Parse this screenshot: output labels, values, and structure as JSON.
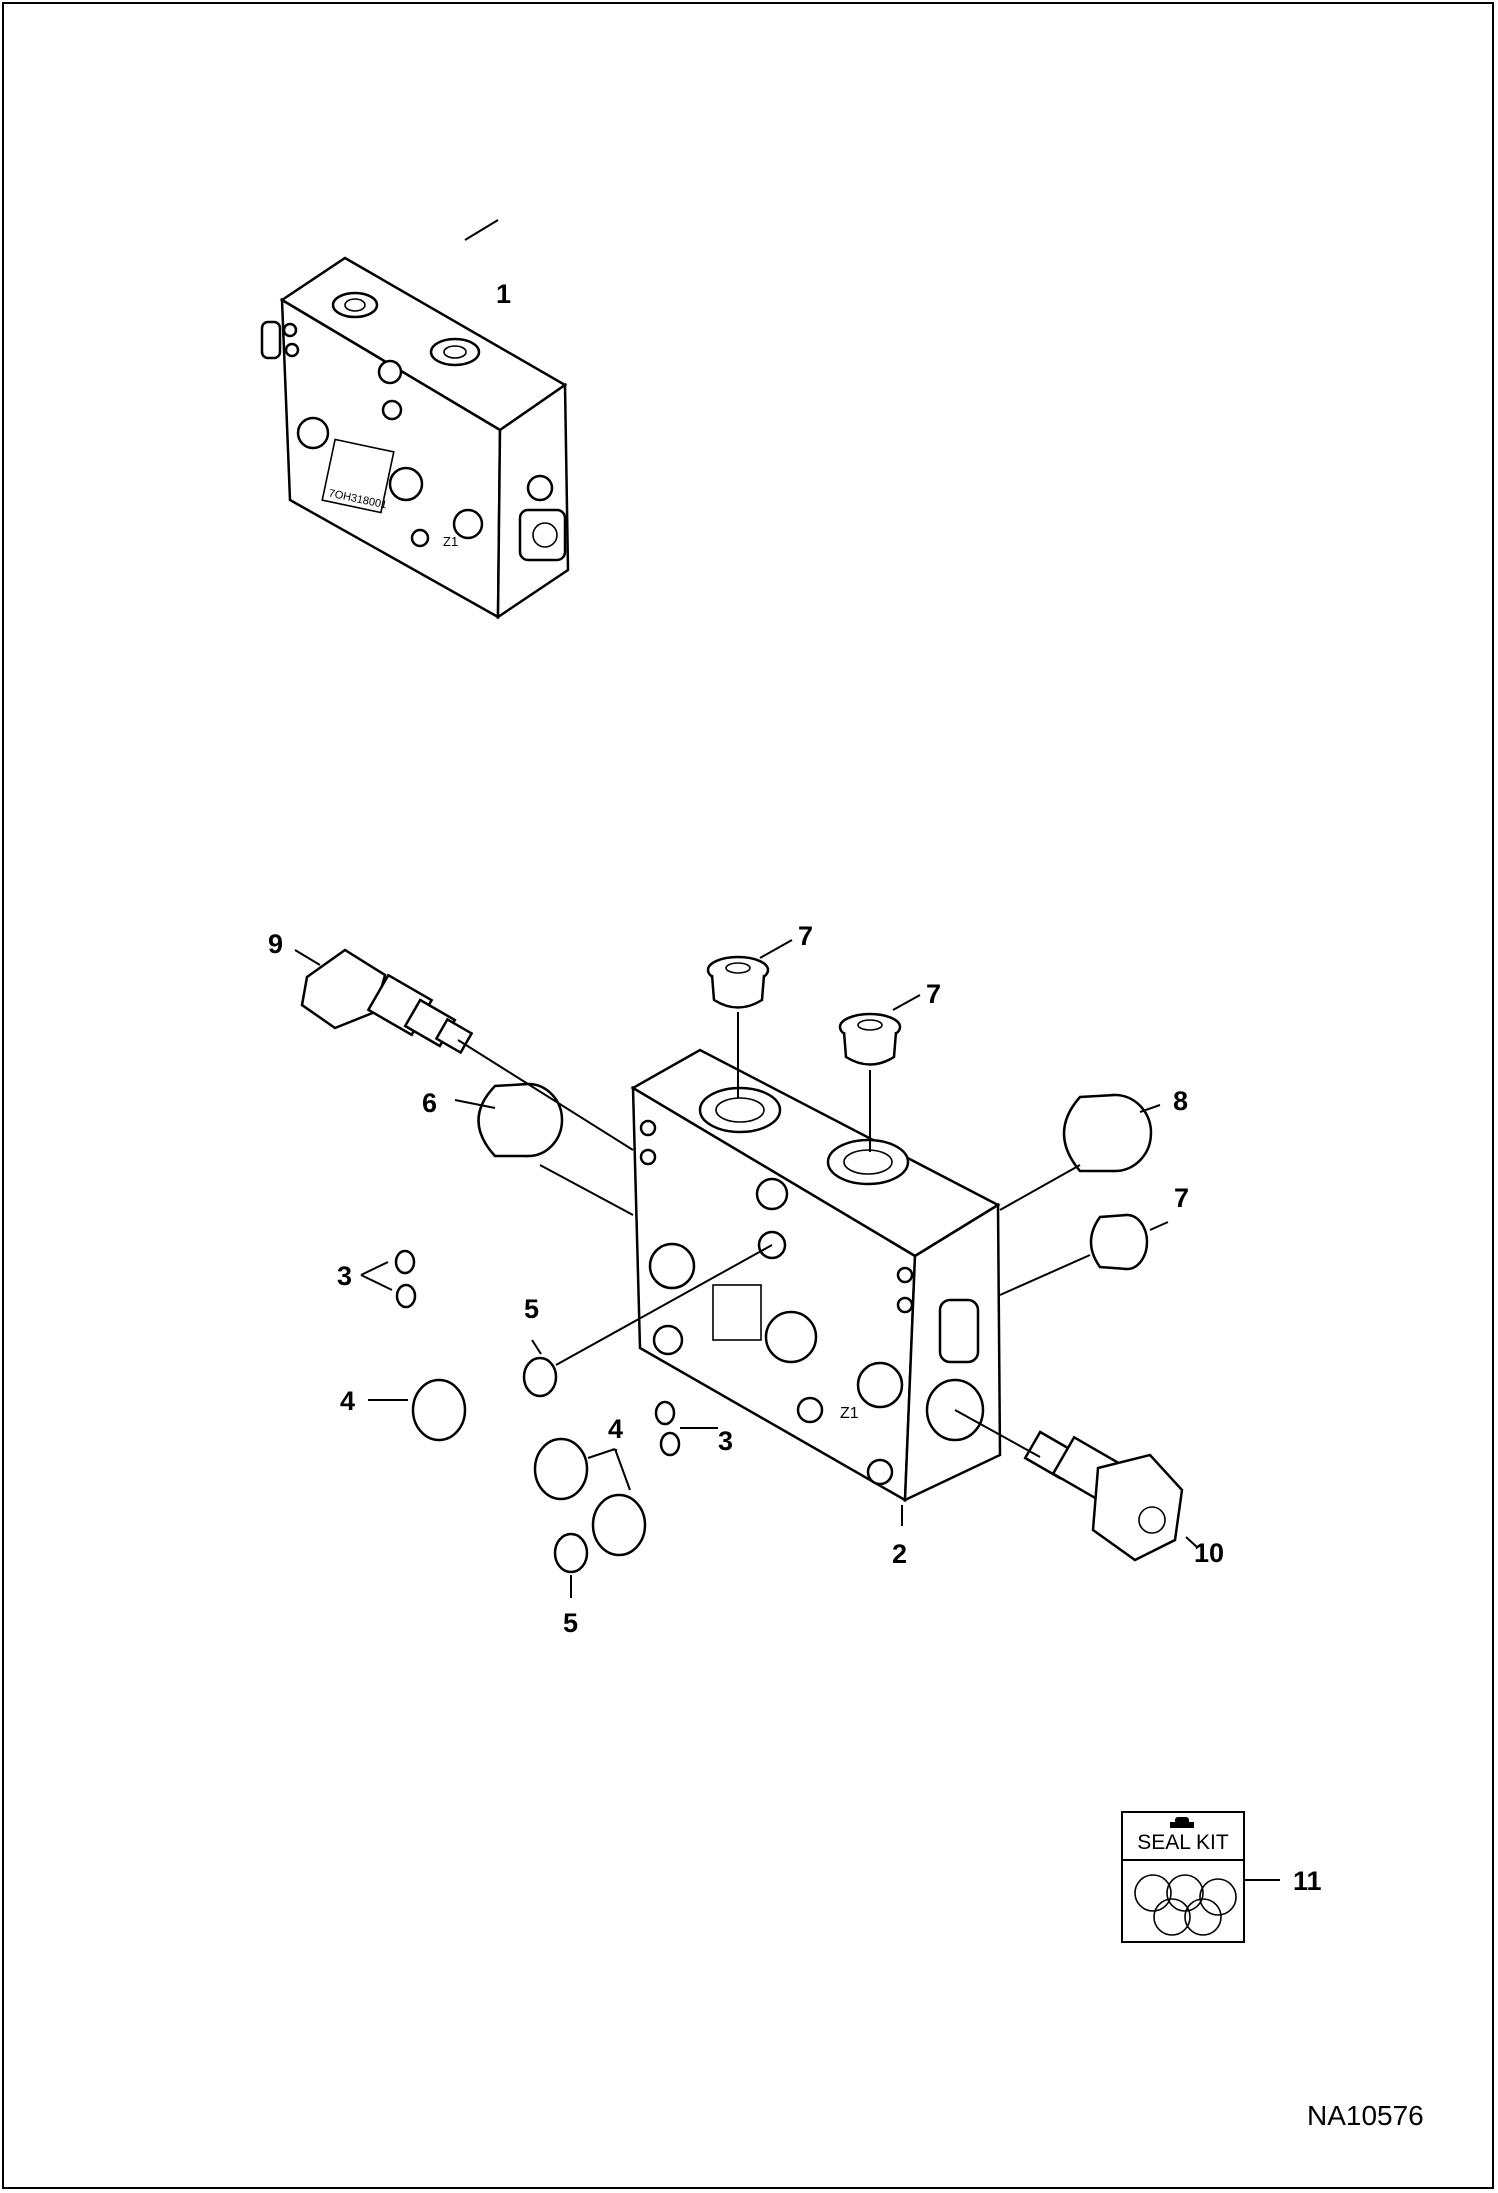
{
  "drawing": {
    "reference_number": "NA10576",
    "seal_kit_label": "SEAL KIT",
    "valve_markings": {
      "model": "7OH318001",
      "port": "Z1"
    }
  },
  "callouts": [
    {
      "id": "c1",
      "label": "1"
    },
    {
      "id": "c2",
      "label": "2"
    },
    {
      "id": "c3a",
      "label": "3"
    },
    {
      "id": "c3b",
      "label": "3"
    },
    {
      "id": "c4a",
      "label": "4"
    },
    {
      "id": "c4b",
      "label": "4"
    },
    {
      "id": "c5a",
      "label": "5"
    },
    {
      "id": "c5b",
      "label": "5"
    },
    {
      "id": "c6",
      "label": "6"
    },
    {
      "id": "c7a",
      "label": "7"
    },
    {
      "id": "c7b",
      "label": "7"
    },
    {
      "id": "c7c",
      "label": "7"
    },
    {
      "id": "c8",
      "label": "8"
    },
    {
      "id": "c9",
      "label": "9"
    },
    {
      "id": "c10",
      "label": "10"
    },
    {
      "id": "c11",
      "label": "11"
    }
  ]
}
